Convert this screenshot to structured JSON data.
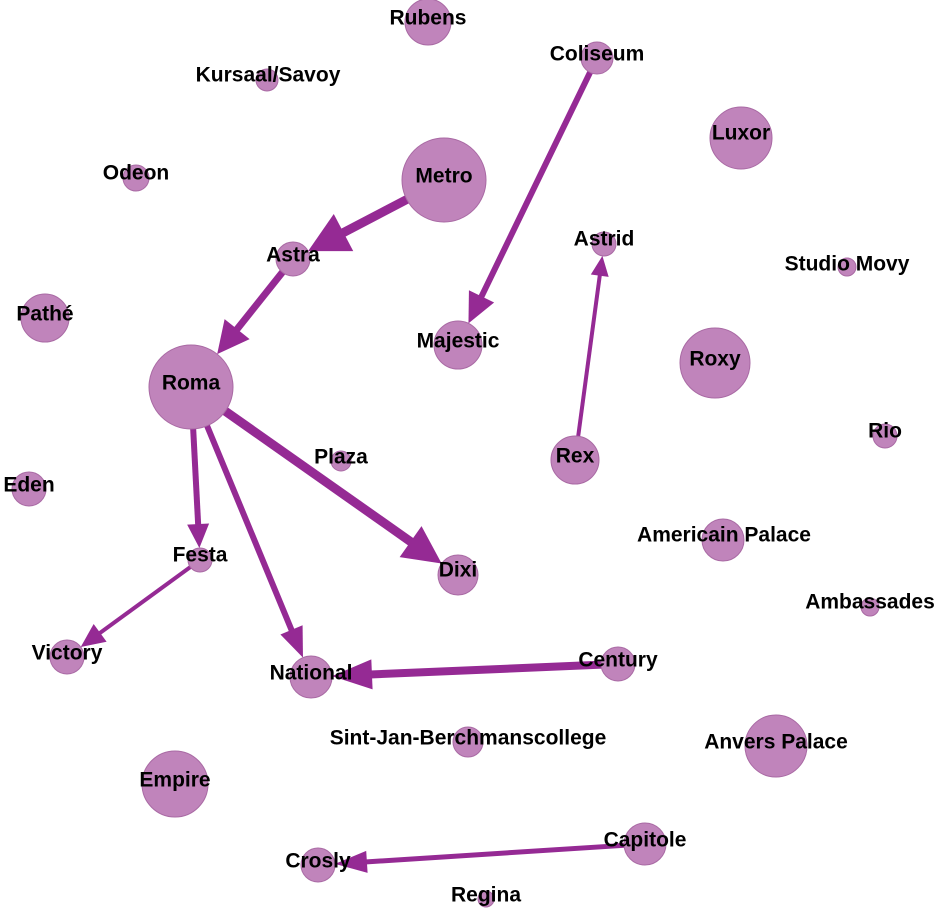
{
  "nodes": [
    {
      "id": "rubens",
      "label": "Rubens"
    },
    {
      "id": "coliseum",
      "label": "Coliseum"
    },
    {
      "id": "kursaal",
      "label": "Kursaal/Savoy"
    },
    {
      "id": "odeon",
      "label": "Odeon"
    },
    {
      "id": "metro",
      "label": "Metro"
    },
    {
      "id": "luxor",
      "label": "Luxor"
    },
    {
      "id": "astra",
      "label": "Astra"
    },
    {
      "id": "astrid",
      "label": "Astrid"
    },
    {
      "id": "studiomovy",
      "label": "Studio Movy"
    },
    {
      "id": "pathe",
      "label": "Pathé"
    },
    {
      "id": "majestic",
      "label": "Majestic"
    },
    {
      "id": "roma",
      "label": "Roma"
    },
    {
      "id": "roxy",
      "label": "Roxy"
    },
    {
      "id": "rio",
      "label": "Rio"
    },
    {
      "id": "plaza",
      "label": "Plaza"
    },
    {
      "id": "rex",
      "label": "Rex"
    },
    {
      "id": "eden",
      "label": "Eden"
    },
    {
      "id": "americain",
      "label": "Americain Palace"
    },
    {
      "id": "festa",
      "label": "Festa"
    },
    {
      "id": "dixi",
      "label": "Dixi"
    },
    {
      "id": "ambassades",
      "label": "Ambassades"
    },
    {
      "id": "victory",
      "label": "Victory"
    },
    {
      "id": "century",
      "label": "Century"
    },
    {
      "id": "national",
      "label": "National"
    },
    {
      "id": "sintjan",
      "label": "Sint-Jan-Berchmanscollege"
    },
    {
      "id": "anvers",
      "label": "Anvers Palace"
    },
    {
      "id": "empire",
      "label": "Empire"
    },
    {
      "id": "capitole",
      "label": "Capitole"
    },
    {
      "id": "crosly",
      "label": "Crosly"
    },
    {
      "id": "regina",
      "label": "Regina"
    }
  ],
  "edges": [
    {
      "from": "metro",
      "to": "astra"
    },
    {
      "from": "astra",
      "to": "roma"
    },
    {
      "from": "coliseum",
      "to": "majestic"
    },
    {
      "from": "rex",
      "to": "astrid"
    },
    {
      "from": "roma",
      "to": "dixi"
    },
    {
      "from": "roma",
      "to": "festa"
    },
    {
      "from": "roma",
      "to": "national"
    },
    {
      "from": "festa",
      "to": "victory"
    },
    {
      "from": "century",
      "to": "national"
    },
    {
      "from": "capitole",
      "to": "crosly"
    }
  ]
}
